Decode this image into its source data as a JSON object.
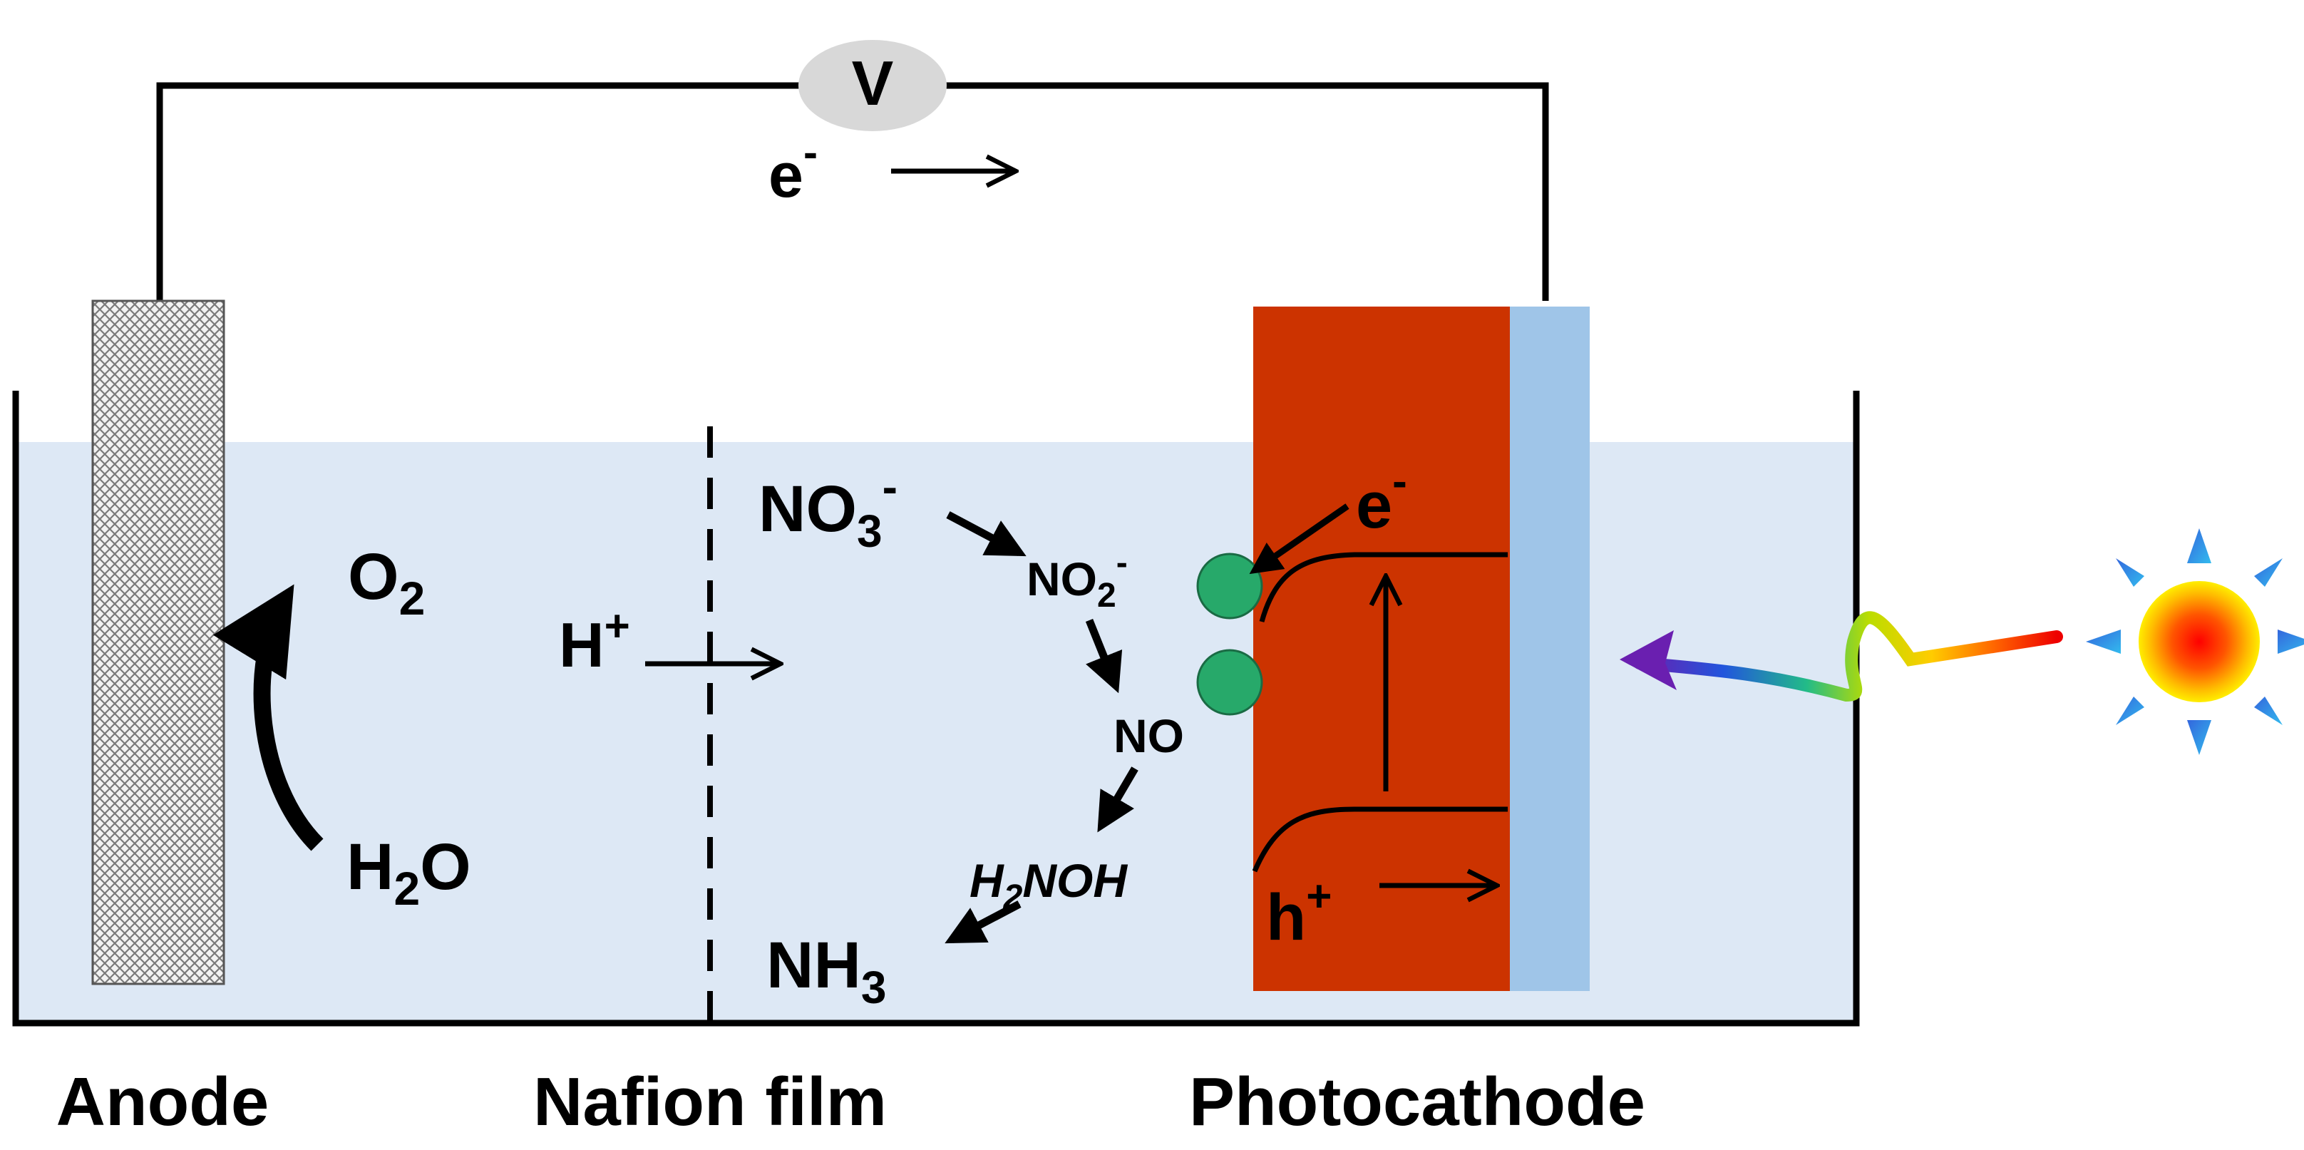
{
  "circuit": {
    "voltmeter_label": "V",
    "electron_flow": {
      "base": "e",
      "sup": "-"
    }
  },
  "cell": {
    "electrolyte_color": "#dde8f5",
    "labels": {
      "anode": "Anode",
      "membrane": "Nafion film",
      "photocathode": "Photocathode"
    }
  },
  "anode_reaction": {
    "reactant": {
      "base": "H",
      "sub": "2",
      "tail": "O"
    },
    "product": {
      "base": "O",
      "sub": "2"
    }
  },
  "proton_transfer": {
    "base": "H",
    "sup": "+"
  },
  "nitrate_pathway": {
    "nitrate": {
      "base": "NO",
      "sub": "3",
      "sup": "-"
    },
    "nitrite": {
      "base": "NO",
      "sub": "2",
      "sup": "-"
    },
    "nitric_oxide": "NO",
    "hydroxylamine": {
      "pre": "H",
      "sub": "2",
      "tail": "NOH"
    },
    "ammonia": {
      "base": "NH",
      "sub": "3"
    }
  },
  "photocathode": {
    "semiconductor_color": "#cc3300",
    "substrate_color": "#9fc5e8",
    "catalyst_color": "#27a96a",
    "electron": {
      "base": "e",
      "sup": "-"
    },
    "hole": {
      "base": "h",
      "sup": "+"
    }
  },
  "light_source": "sun-icon"
}
